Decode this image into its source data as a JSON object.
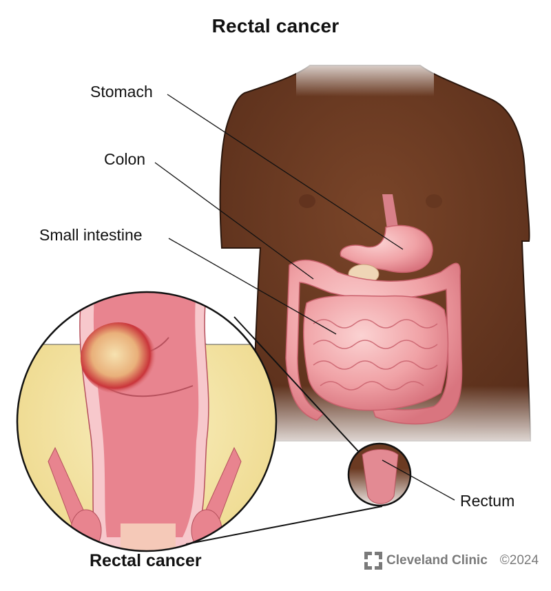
{
  "title": "Rectal cancer",
  "labels": {
    "stomach": "Stomach",
    "colon": "Colon",
    "small_intestine": "Small intestine",
    "rectum": "Rectum"
  },
  "inset_caption": "Rectal cancer",
  "footer": {
    "brand_icon": "cleveland-clinic-logo-icon",
    "brand_name": "Cleveland Clinic",
    "copyright": "©2024"
  },
  "colors": {
    "skin": "#6b3a22",
    "organ_pink": "#f0a2a6",
    "organ_dark": "#d86f7a",
    "fat_yellow": "#f3e4a6",
    "tumor": "#c63a3a",
    "brand_gray": "#7a7a7a"
  }
}
